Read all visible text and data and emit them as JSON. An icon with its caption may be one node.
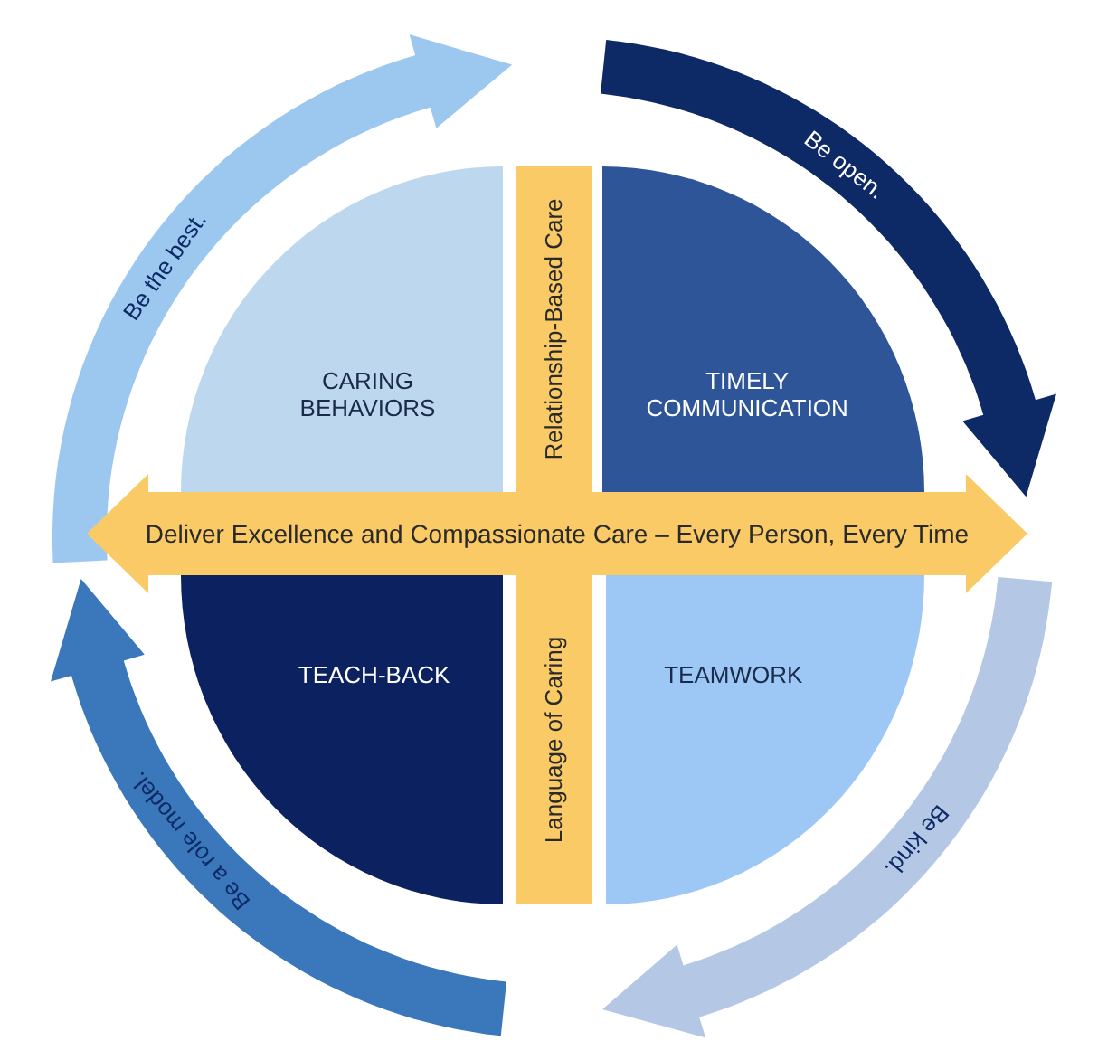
{
  "diagram": {
    "nodes": [
      {
        "text": [
          "Be the best."
        ]
      },
      {
        "text": [
          "Be open."
        ]
      },
      {
        "text": [
          "CARING BEHAVIORS"
        ]
      },
      {
        "text": [
          "Relationship-Based Care"
        ]
      },
      {
        "text": [
          "TIMELY COMMUNICATION"
        ]
      },
      {
        "text": [
          "Deliver Excellence and Compassionate Care – Every Person, Every Time"
        ]
      },
      {
        "text": [
          "TEACH-BACK"
        ]
      },
      {
        "text": [
          "Language of Caring"
        ]
      },
      {
        "text": [
          "TEAMWORK"
        ]
      },
      {
        "text": [
          "Be a role model."
        ]
      },
      {
        "text": [
          "Be kind."
        ]
      }
    ]
  }
}
